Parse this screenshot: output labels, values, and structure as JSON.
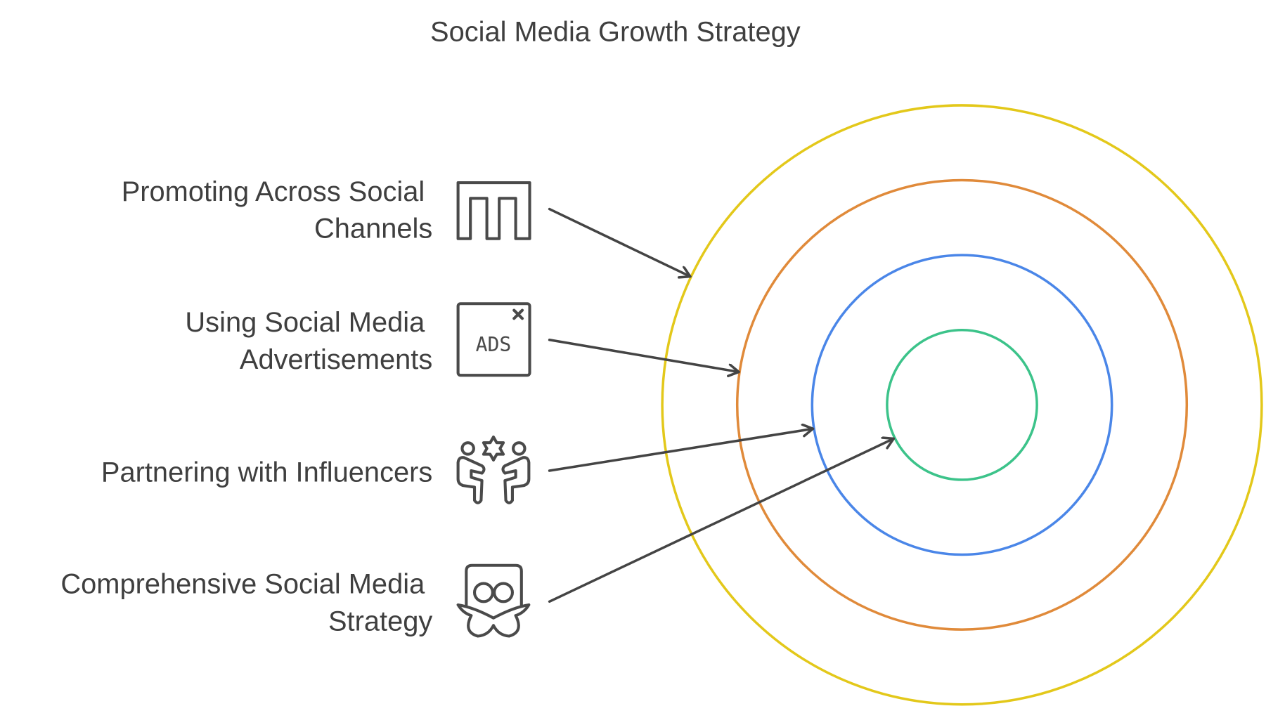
{
  "title": "Social Media Growth Strategy",
  "items": [
    {
      "label_lines": [
        "Promoting Across Social",
        "Channels"
      ],
      "icon": "channels-icon",
      "ring_color": "#e3c81a"
    },
    {
      "label_lines": [
        "Using Social Media",
        "Advertisements"
      ],
      "icon": "ads-icon",
      "ads_text": "ADS",
      "ring_color": "#e08a3a"
    },
    {
      "label_lines": [
        "Partnering with Influencers"
      ],
      "icon": "influencers-icon",
      "ring_color": "#4a86e8"
    },
    {
      "label_lines": [
        "Comprehensive Social Media",
        "Strategy"
      ],
      "icon": "strategy-icon",
      "ring_color": "#3cc38a"
    }
  ]
}
